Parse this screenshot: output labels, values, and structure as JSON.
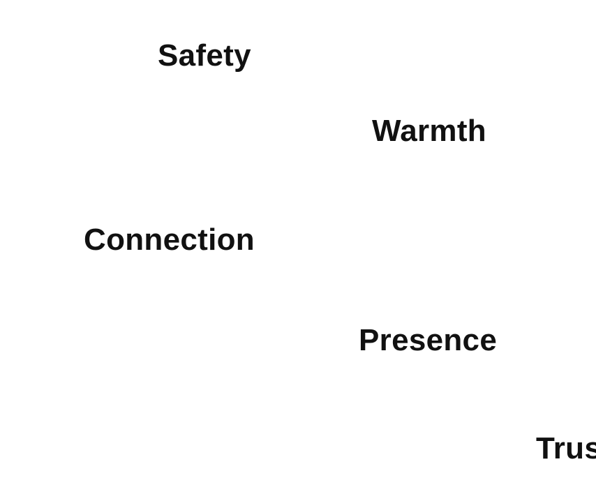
{
  "words": {
    "safety": "Safety",
    "warmth": "Warmth",
    "connection": "Connection",
    "presence": "Presence",
    "trust": "Trust"
  },
  "colors": {
    "background": "#ffffff",
    "text": "#111111"
  }
}
